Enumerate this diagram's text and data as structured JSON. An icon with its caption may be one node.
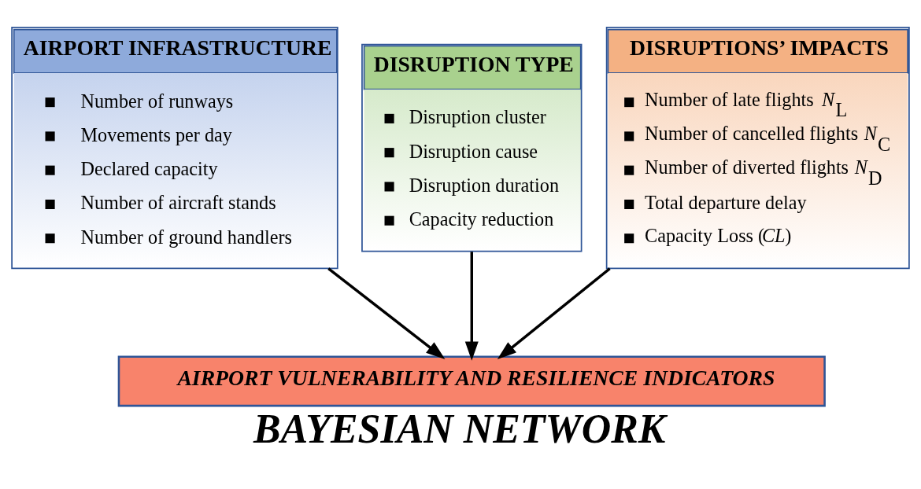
{
  "diagram": {
    "caption": "BAYESIAN NETWORK",
    "nodes": [
      {
        "text": [
          "AIRPORT INFRASTRUCTURE",
          "Number of runways",
          "Movements per day",
          "Declared capacity",
          "Number of aircraft stands",
          "Number of ground handlers"
        ]
      },
      {
        "text": [
          "DISRUPTION TYPE",
          "Disruption cluster",
          "Disruption cause",
          "Disruption duration",
          "Capacity reduction"
        ]
      },
      {
        "text": [
          "DISRUPTIONS’ IMPACTS",
          "Number of late flights *N*$_{L}$",
          "Number of cancelled flights *N*$_{C}$",
          "Number of diverted flights *N*$_{D}$",
          "Total departure delay",
          "Capacity Loss (*CL*)"
        ]
      },
      {
        "text": [
          "AIRPORT VULNERABILITY AND RESILIENCE INDICATORS"
        ]
      }
    ],
    "edges": [
      {
        "from": 0,
        "to": 3,
        "arrow": "to"
      },
      {
        "from": 1,
        "to": 3,
        "arrow": "to"
      },
      {
        "from": 2,
        "to": 3,
        "arrow": "to"
      }
    ]
  }
}
